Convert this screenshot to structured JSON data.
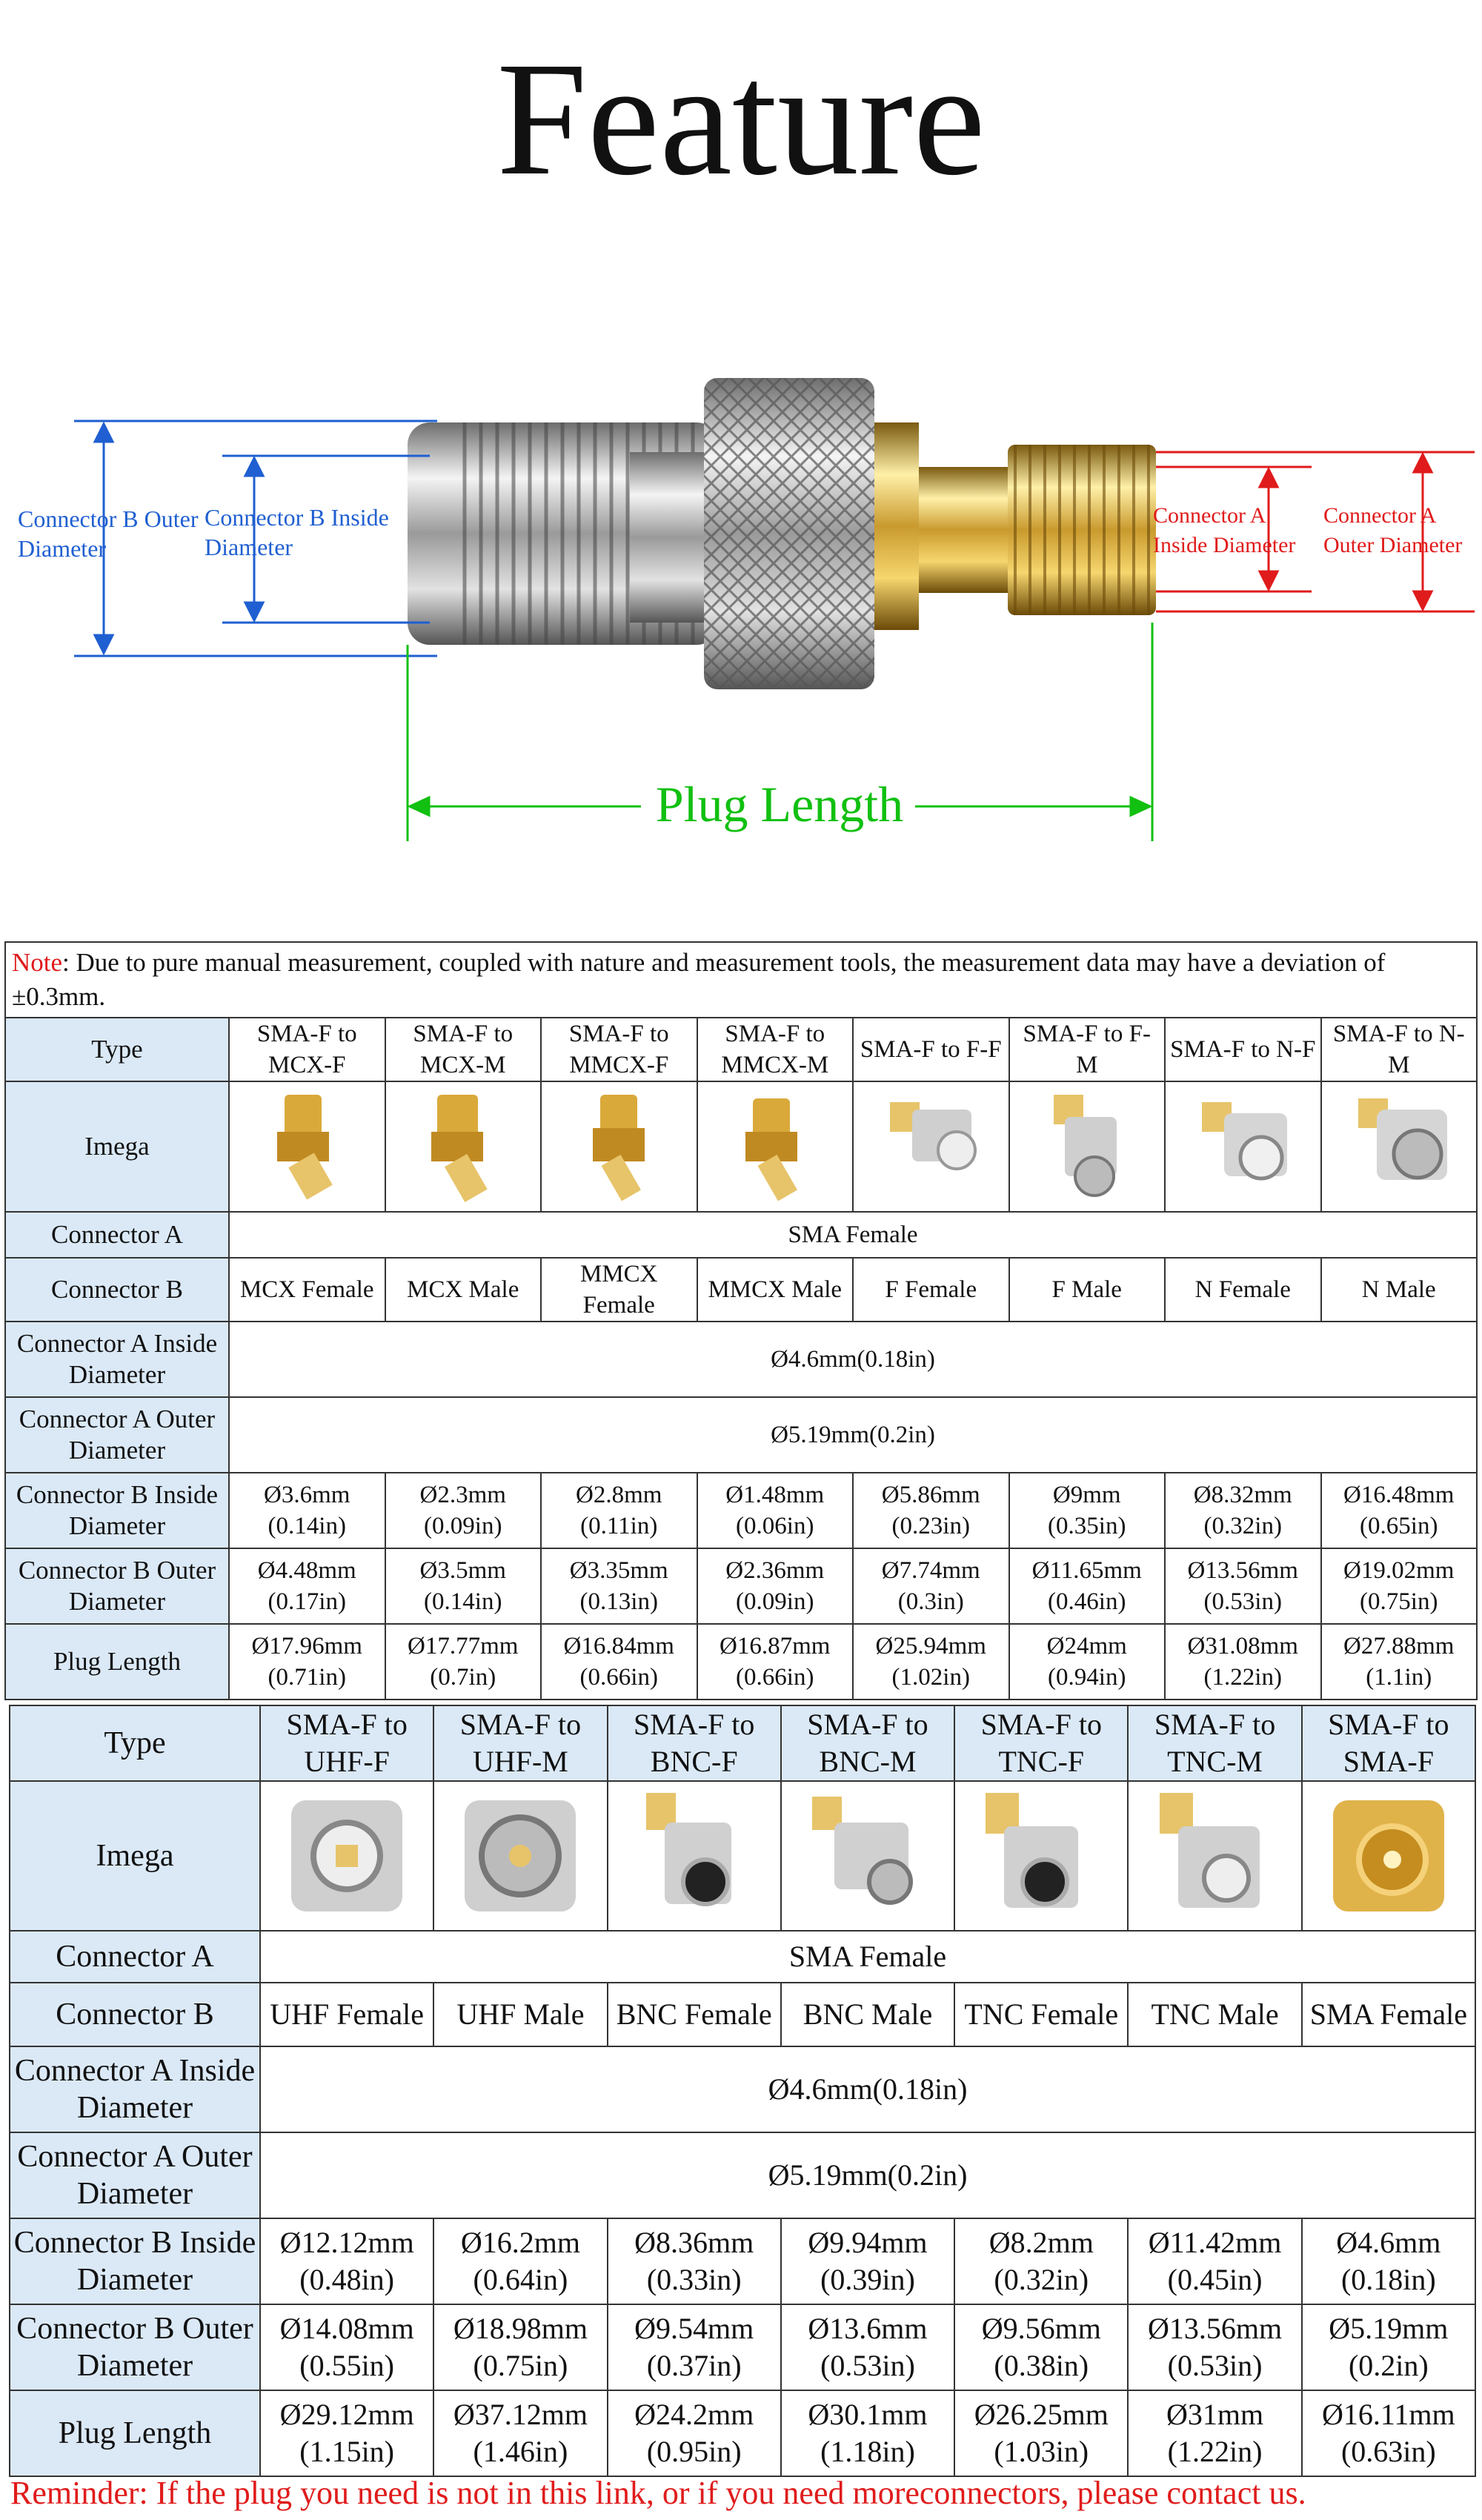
{
  "title": "Feature",
  "diagram": {
    "connector_b_outer": "Connector B Outer Diameter",
    "connector_b_inside": "Connector B Inside Diameter",
    "connector_a_inside": "Connector A Inside Diameter",
    "connector_a_outer": "Connector A Outer Diameter",
    "plug_length": "Plug Length"
  },
  "note": {
    "prefix": "Note",
    "text": ": Due to pure manual measurement, coupled with nature and measurement tools, the measurement data may have a deviation of ±0.3mm."
  },
  "table1": {
    "row_labels": {
      "type": "Type",
      "image": "Imega",
      "connector_a": "Connector A",
      "connector_b": "Connector B",
      "a_inside": "Connector A Inside Diameter",
      "a_outer": "Connector A Outer Diameter",
      "b_inside": "Connector B Inside Diameter",
      "b_outer": "Connector B Outer Diameter",
      "plug_length": "Plug Length"
    },
    "connector_a": "SMA Female",
    "a_inside": "Ø4.6mm(0.18in)",
    "a_outer": "Ø5.19mm(0.2in)",
    "columns": [
      {
        "type": "SMA-F to MCX-F",
        "connector_b": "MCX Female",
        "b_inside": "Ø3.6mm (0.14in)",
        "b_outer": "Ø4.48mm (0.17in)",
        "plug_length": "Ø17.96mm (0.71in)"
      },
      {
        "type": "SMA-F to MCX-M",
        "connector_b": "MCX Male",
        "b_inside": "Ø2.3mm (0.09in)",
        "b_outer": "Ø3.5mm (0.14in)",
        "plug_length": "Ø17.77mm (0.7in)"
      },
      {
        "type": "SMA-F to MMCX-F",
        "connector_b": "MMCX Female",
        "b_inside": "Ø2.8mm (0.11in)",
        "b_outer": "Ø3.35mm (0.13in)",
        "plug_length": "Ø16.84mm (0.66in)"
      },
      {
        "type": "SMA-F to MMCX-M",
        "connector_b": "MMCX Male",
        "b_inside": "Ø1.48mm (0.06in)",
        "b_outer": "Ø2.36mm (0.09in)",
        "plug_length": "Ø16.87mm (0.66in)"
      },
      {
        "type": "SMA-F to F-F",
        "connector_b": "F Female",
        "b_inside": "Ø5.86mm (0.23in)",
        "b_outer": "Ø7.74mm (0.3in)",
        "plug_length": "Ø25.94mm (1.02in)"
      },
      {
        "type": "SMA-F to F-M",
        "connector_b": "F Male",
        "b_inside": "Ø9mm (0.35in)",
        "b_outer": "Ø11.65mm (0.46in)",
        "plug_length": "Ø24mm (0.94in)"
      },
      {
        "type": "SMA-F to N-F",
        "connector_b": "N Female",
        "b_inside": "Ø8.32mm (0.32in)",
        "b_outer": "Ø13.56mm (0.53in)",
        "plug_length": "Ø31.08mm (1.22in)"
      },
      {
        "type": "SMA-F to N-M",
        "connector_b": "N Male",
        "b_inside": "Ø16.48mm (0.65in)",
        "b_outer": "Ø19.02mm (0.75in)",
        "plug_length": "Ø27.88mm (1.1in)"
      }
    ]
  },
  "table2": {
    "row_labels": {
      "type": "Type",
      "image": "Imega",
      "connector_a": "Connector A",
      "connector_b": "Connector B",
      "a_inside": "Connector A Inside Diameter",
      "a_outer": "Connector A Outer Diameter",
      "b_inside": "Connector B Inside Diameter",
      "b_outer": "Connector B Outer Diameter",
      "plug_length": "Plug Length"
    },
    "connector_a": "SMA Female",
    "a_inside": "Ø4.6mm(0.18in)",
    "a_outer": "Ø5.19mm(0.2in)",
    "columns": [
      {
        "type": "SMA-F to UHF-F",
        "connector_b": "UHF Female",
        "b_inside": "Ø12.12mm (0.48in)",
        "b_outer": "Ø14.08mm (0.55in)",
        "plug_length": "Ø29.12mm (1.15in)"
      },
      {
        "type": "SMA-F to UHF-M",
        "connector_b": "UHF Male",
        "b_inside": "Ø16.2mm (0.64in)",
        "b_outer": "Ø18.98mm (0.75in)",
        "plug_length": "Ø37.12mm (1.46in)"
      },
      {
        "type": "SMA-F to BNC-F",
        "connector_b": "BNC Female",
        "b_inside": "Ø8.36mm (0.33in)",
        "b_outer": "Ø9.54mm (0.37in)",
        "plug_length": "Ø24.2mm (0.95in)"
      },
      {
        "type": "SMA-F to BNC-M",
        "connector_b": "BNC Male",
        "b_inside": "Ø9.94mm (0.39in)",
        "b_outer": "Ø13.6mm (0.53in)",
        "plug_length": "Ø30.1mm (1.18in)"
      },
      {
        "type": "SMA-F to TNC-F",
        "connector_b": "TNC Female",
        "b_inside": "Ø8.2mm (0.32in)",
        "b_outer": "Ø9.56mm (0.38in)",
        "plug_length": "Ø26.25mm (1.03in)"
      },
      {
        "type": "SMA-F to TNC-M",
        "connector_b": "TNC Male",
        "b_inside": "Ø11.42mm (0.45in)",
        "b_outer": "Ø13.56mm (0.53in)",
        "plug_length": "Ø31mm (1.22in)"
      },
      {
        "type": "SMA-F to SMA-F",
        "connector_b": "SMA Female",
        "b_inside": "Ø4.6mm (0.18in)",
        "b_outer": "Ø5.19mm (0.2in)",
        "plug_length": "Ø16.11mm (0.63in)"
      }
    ]
  },
  "reminder": "Reminder: If the plug you need is not in this link, or if you need moreconnectors, please contact us."
}
